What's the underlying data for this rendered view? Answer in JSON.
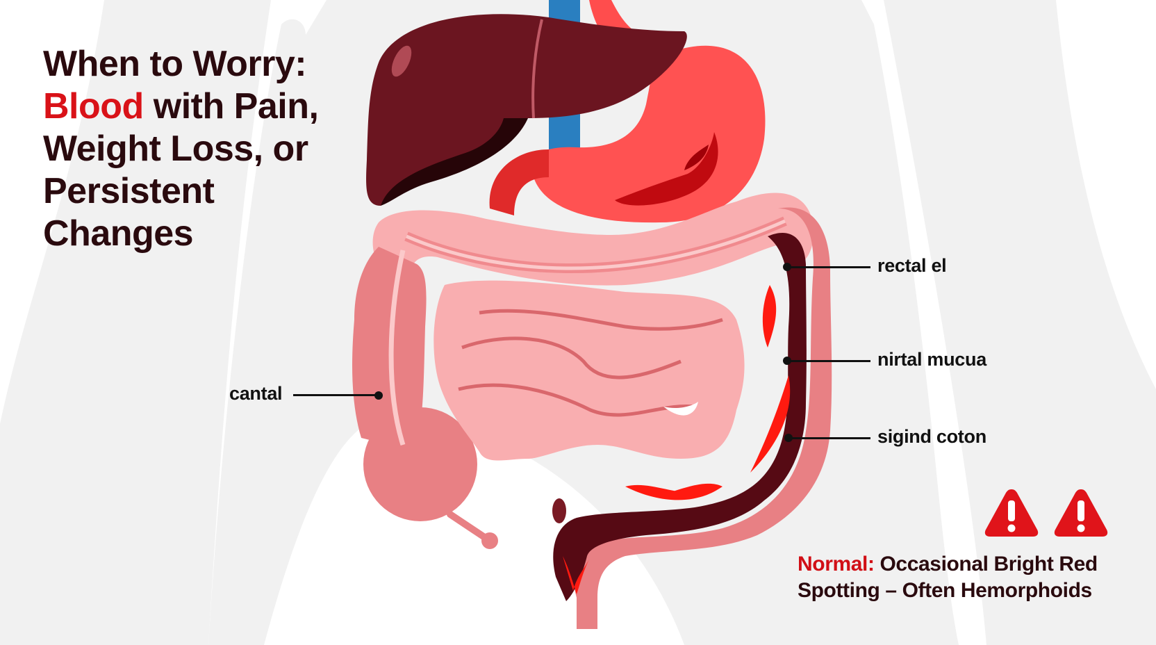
{
  "title": {
    "line1": "When to Worry:",
    "line2_highlight": "Blood",
    "line2_rest": " with Pain,",
    "line3": "Weight Loss, or",
    "line4": "Persistent",
    "line5": "Changes"
  },
  "labels": {
    "left": "cantal",
    "right_top": "rectal el",
    "right_middle": "nirtal mucua",
    "right_bottom": "sigind coton"
  },
  "warning_icons": [
    "warning-triangle-icon",
    "warning-triangle-icon"
  ],
  "note": {
    "highlight": "Normal:",
    "line1_rest": " Occasional Bright Red",
    "line2": "Spotting – Often Hemorphoids"
  },
  "colors": {
    "title_text": "#2a0a0e",
    "accent_red": "#d91218",
    "liver": "#6b1520",
    "stomach": "#ff5252",
    "small_intestine": "#f9aeb0",
    "large_intestine": "#e88084",
    "bleeding_colon": "#560a14",
    "blood": "#ff1a10",
    "vein": "#2a7fc0",
    "background_silhouette": "#f1f1f1"
  }
}
